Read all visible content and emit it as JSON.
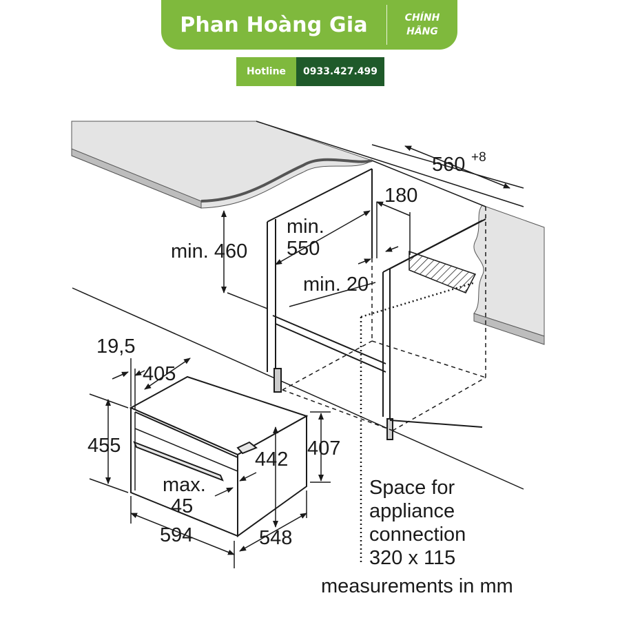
{
  "brand": {
    "name": "Phan Hoàng Gia",
    "badge_line1": "CHÍNH",
    "badge_line2": "HÃNG"
  },
  "hotline": {
    "label": "Hotline",
    "number": "0933.427.499"
  },
  "diagram": {
    "dim_width_niche": "560",
    "dim_width_niche_tol": "+8",
    "dim_180": "180",
    "dim_min_460": "min. 460",
    "dim_min_550_line1": "min.",
    "dim_min_550_line2": "550",
    "dim_min_20": "min. 20",
    "dim_19_5": "19,5",
    "dim_405": "405",
    "dim_455": "455",
    "dim_442": "442",
    "dim_407": "407",
    "dim_max45_line1": "max.",
    "dim_max45_line2": "45",
    "dim_594": "594",
    "dim_548": "548",
    "note_line1": "Space for",
    "note_line2": "appliance",
    "note_line3": "connection",
    "note_line4": "320 x 115",
    "units_note": "measurements in mm"
  }
}
